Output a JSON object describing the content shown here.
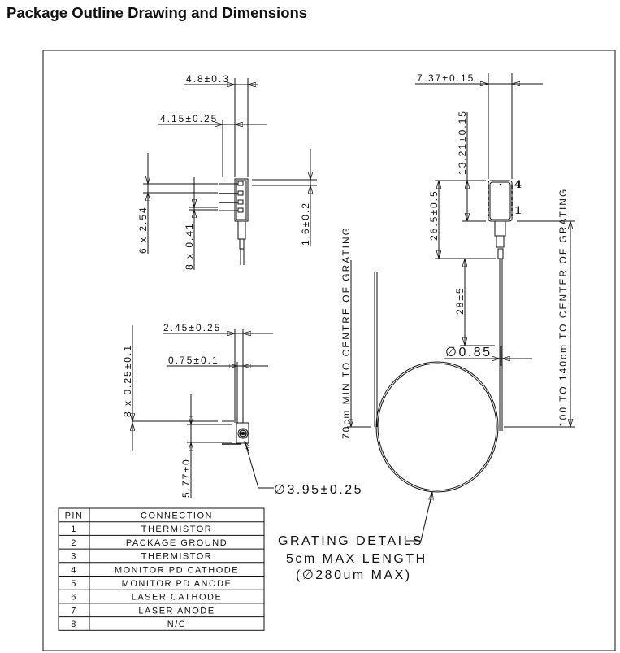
{
  "title": "Package Outline Drawing and Dimensions",
  "dimensions": {
    "top_width": "4.8±0.3",
    "top_pin_offset": "4.15±0.25",
    "pin_pitch": "6 x 2.54",
    "pin_width": "8 x 0.41",
    "body_thickness": "1.6±0.2",
    "side_width": "2.45±0.25",
    "side_offset": "0.75±0.1",
    "pin_thickness": "8 x 0.25±0.1",
    "side_height": "5.77±0",
    "tube_diameter": "∅3.95±0.25",
    "body_width": "7.37±0.15",
    "body_length": "13.21±0.15",
    "body_total_length": "26.5±0.5",
    "boot_length": "28±5",
    "fiber_diameter": "∅0.85",
    "grating_min": "70cm MIN TO CENTRE OF GRATING",
    "grating_range": "100 TO 140cm TO CENTER OF GRATING",
    "pin_label_4": "4",
    "pin_label_1": "1"
  },
  "grating_details": {
    "line1": "GRATING DETAILS",
    "line2": "5cm MAX LENGTH",
    "line3": "(∅280um MAX)"
  },
  "pin_table": {
    "headers": [
      "PIN",
      "CONNECTION"
    ],
    "rows": [
      [
        "1",
        "THERMISTOR"
      ],
      [
        "2",
        "PACKAGE GROUND"
      ],
      [
        "3",
        "THERMISTOR"
      ],
      [
        "4",
        "MONITOR PD CATHODE"
      ],
      [
        "5",
        "MONITOR PD ANODE"
      ],
      [
        "6",
        "LASER CATHODE"
      ],
      [
        "7",
        "LASER ANODE"
      ],
      [
        "8",
        "N/C"
      ]
    ]
  }
}
